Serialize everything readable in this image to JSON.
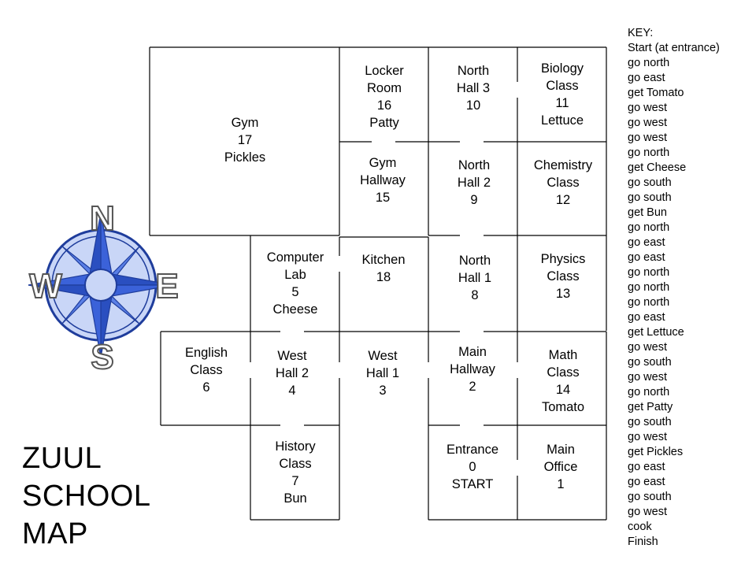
{
  "title": [
    "ZUUL",
    "SCHOOL",
    "MAP"
  ],
  "key": {
    "header": "KEY:",
    "steps": [
      "Start (at entrance)",
      "go north",
      "go east",
      "get Tomato",
      "go west",
      "go west",
      "go west",
      "go north",
      "get Cheese",
      "go south",
      "go south",
      "get Bun",
      "go north",
      "go east",
      "go east",
      "go north",
      "go north",
      "go north",
      "go east",
      "get Lettuce",
      "go west",
      "go south",
      "go west",
      "go north",
      "get Patty",
      "go south",
      "go west",
      "get Pickles",
      "go east",
      "go east",
      "go south",
      "go west",
      "cook",
      "Finish"
    ]
  },
  "compass": {
    "north": "N",
    "south": "S",
    "east": "E",
    "west": "W",
    "colors": {
      "primary": "#3b62d9",
      "dark": "#1f3d9c",
      "light": "#c9d6f7"
    }
  },
  "rooms": [
    {
      "id": "gym",
      "lines": [
        "Gym",
        "17",
        "Pickles"
      ]
    },
    {
      "id": "locker-room",
      "lines": [
        "Locker",
        "Room",
        "16",
        "Patty"
      ]
    },
    {
      "id": "north-hall-3",
      "lines": [
        "North",
        "Hall 3",
        "10"
      ]
    },
    {
      "id": "biology-class",
      "lines": [
        "Biology",
        "Class",
        "11",
        "Lettuce"
      ]
    },
    {
      "id": "gym-hallway",
      "lines": [
        "Gym",
        "Hallway",
        "15"
      ]
    },
    {
      "id": "north-hall-2",
      "lines": [
        "North",
        "Hall 2",
        "9"
      ]
    },
    {
      "id": "chemistry-class",
      "lines": [
        "Chemistry",
        "Class",
        "12"
      ]
    },
    {
      "id": "computer-lab",
      "lines": [
        "Computer",
        "Lab",
        "5",
        "Cheese"
      ]
    },
    {
      "id": "kitchen",
      "lines": [
        "Kitchen",
        "18"
      ]
    },
    {
      "id": "north-hall-1",
      "lines": [
        "North",
        "Hall 1",
        "8"
      ]
    },
    {
      "id": "physics-class",
      "lines": [
        "Physics",
        "Class",
        "13"
      ]
    },
    {
      "id": "english-class",
      "lines": [
        "English",
        "Class",
        "6"
      ]
    },
    {
      "id": "west-hall-2",
      "lines": [
        "West",
        "Hall 2",
        "4"
      ]
    },
    {
      "id": "west-hall-1",
      "lines": [
        "West",
        "Hall 1",
        "3"
      ]
    },
    {
      "id": "main-hallway",
      "lines": [
        "Main",
        "Hallway",
        "2"
      ]
    },
    {
      "id": "math-class",
      "lines": [
        "Math",
        "Class",
        "14",
        "Tomato"
      ]
    },
    {
      "id": "history-class",
      "lines": [
        "History",
        "Class",
        "7",
        "Bun"
      ]
    },
    {
      "id": "entrance",
      "lines": [
        "Entrance",
        "0",
        "START"
      ]
    },
    {
      "id": "main-office",
      "lines": [
        "Main",
        "Office",
        "1"
      ]
    }
  ]
}
